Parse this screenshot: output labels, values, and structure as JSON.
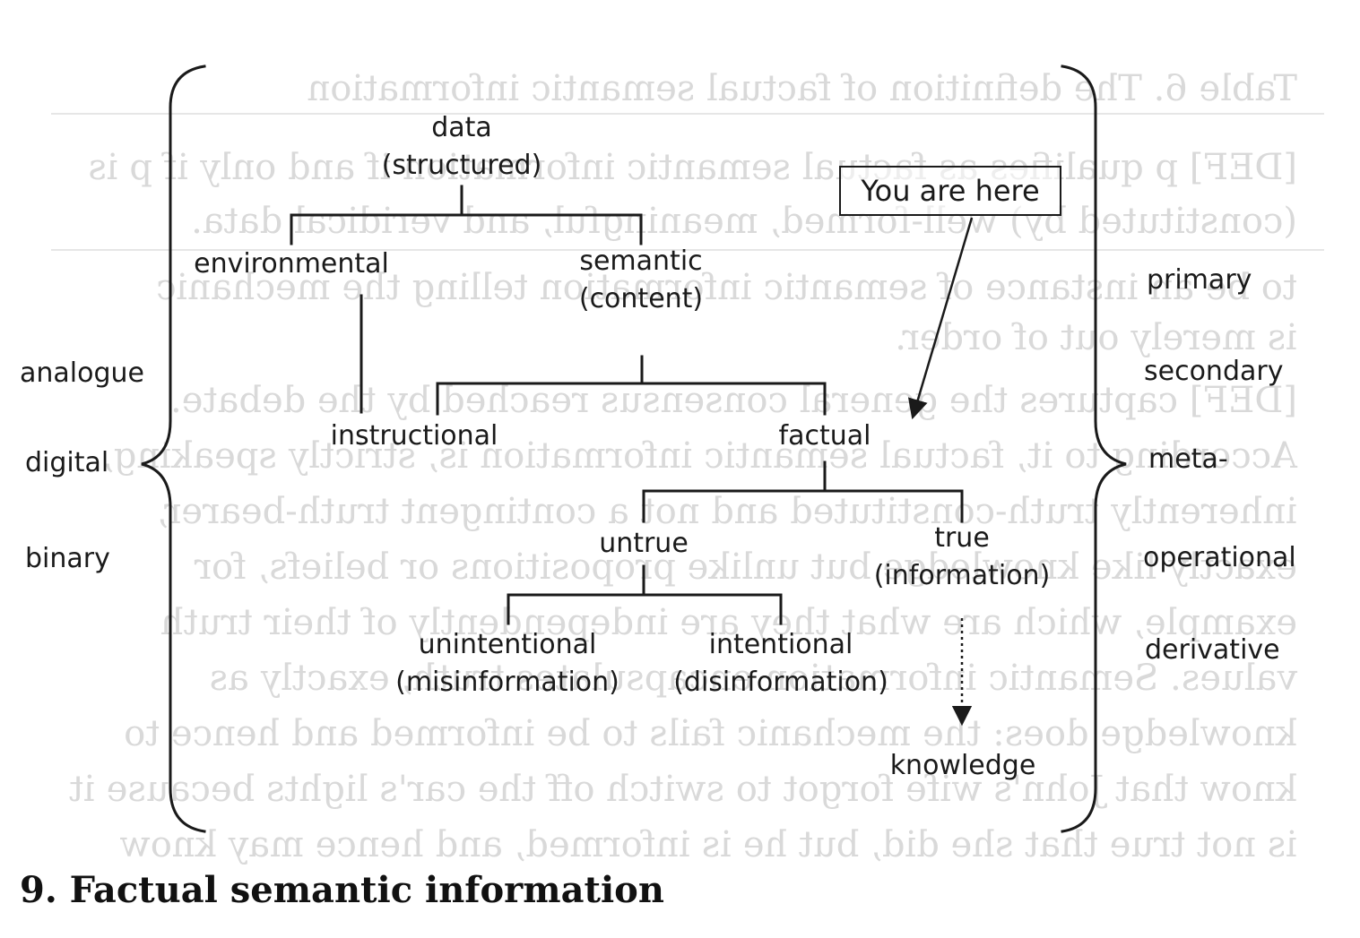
{
  "bleed_lines": [
    "Table 6.  The definition of factual semantic information",
    "[DEF] p qualifies as factual semantic information if and only if p is",
    "(constituted by) well-formed, meaningful, and veridical data.",
    "to be an instance of semantic information telling the mechanic",
    "is merely out of order.",
    "[DEF] captures the general consensus reached by the debate.",
    "According to it, factual semantic information is, strictly speaking,",
    "inherently truth-constituted and not a contingent truth-bearer,",
    "exactly like knowledge but unlike propositions or beliefs, for",
    "example, which are what they are independently of their truth",
    "values. Semantic information encapsulates truth, exactly as",
    "knowledge does: the mechanic fails to be informed and hence to",
    "know that John's wife forgot to switch off the car's lights because it",
    "is not true that she did, but he is informed, and hence may know"
  ],
  "diagram": {
    "data": [
      "data",
      "(structured)"
    ],
    "environmental": "environmental",
    "semantic": [
      "semantic",
      "(content)"
    ],
    "instructional": "instructional",
    "factual": "factual",
    "untrue": "untrue",
    "true": [
      "true",
      "(information)"
    ],
    "unintentional": [
      "unintentional",
      "(misinformation)"
    ],
    "intentional": [
      "intentional",
      "(disinformation)"
    ],
    "knowledge": "knowledge",
    "you_are_here": "You are here",
    "left_types": [
      "analogue",
      "digital",
      "binary"
    ],
    "right_types": [
      "primary",
      "secondary",
      "meta-",
      "operational",
      "derivative"
    ]
  },
  "section_heading": "9. Factual semantic information"
}
